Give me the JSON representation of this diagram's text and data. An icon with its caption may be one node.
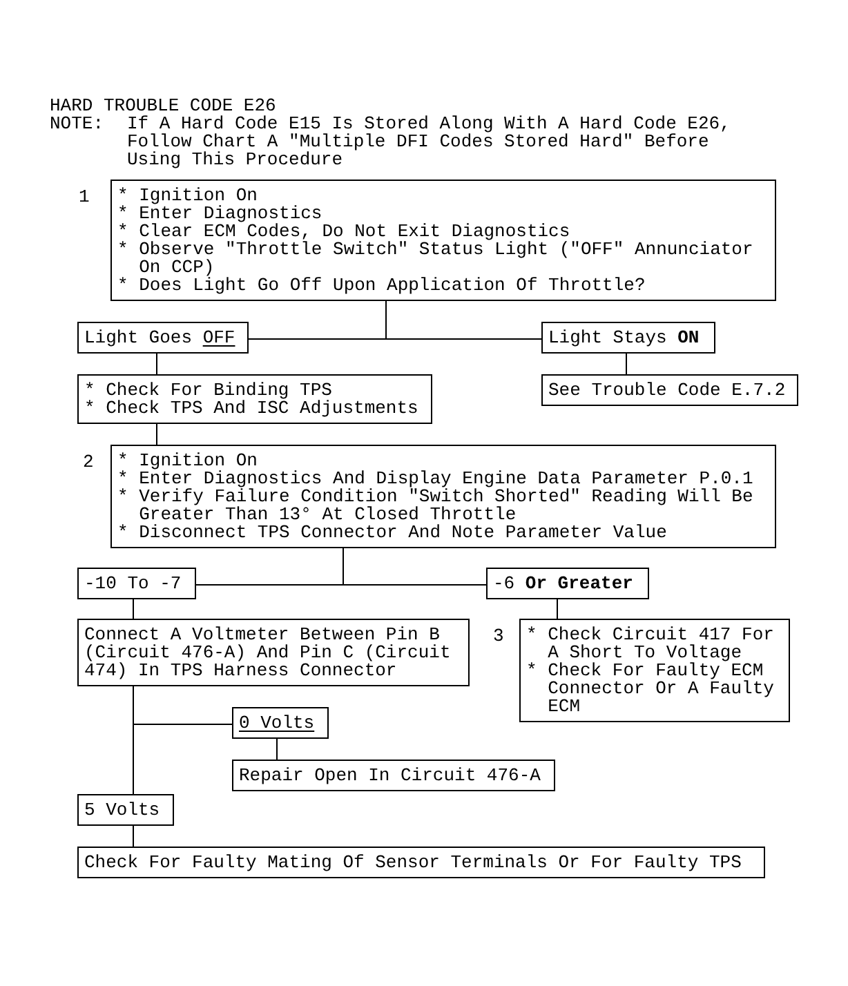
{
  "diagram": {
    "title": "HARD TROUBLE CODE E26",
    "nodes": [
      {
        "text": [
          "* Ignition On",
          "* Enter Diagnostics",
          "* Clear ECM Codes, Do Not Exit Diagnostics",
          "* Observe \"Throttle Switch\" Status Light (\"OFF\" Annunciator On CCP)",
          "* Does Light Go Off Upon Application Of Throttle?"
        ],
        "beside": [
          "1"
        ]
      },
      {
        "text": [
          "Light Goes OFF"
        ]
      },
      {
        "text": [
          "Light Stays **ON**"
        ]
      },
      {
        "text": [
          "* Check For Binding TPS",
          "* Check TPS And ISC Adjustments"
        ]
      },
      {
        "text": [
          "See Trouble Code E.7.2"
        ]
      },
      {
        "text": [
          "* Ignition On",
          "* Enter Diagnostics And Display Engine Data Parameter P.0.1",
          "* Verify Failure Condition \"Switch Shorted\" Reading Will Be Greater Than 13° At Closed Throttle",
          "* Disconnect TPS Connector And Note Parameter Value"
        ],
        "beside": [
          "2"
        ]
      },
      {
        "text": [
          "-10 To -7"
        ]
      },
      {
        "text": [
          "-6 **Or Greater**"
        ]
      },
      {
        "text": [
          "Connect A Voltmeter Between Pin B (Circuit 476-A) And Pin C (Circuit 474) In TPS Harness Connector"
        ]
      },
      {
        "text": [
          "* Check Circuit 417 For A Short To Voltage",
          "* Check For Faulty ECM Connector Or A Faulty ECM"
        ],
        "beside": [
          "3"
        ]
      },
      {
        "text": [
          "0 Volts"
        ]
      },
      {
        "text": [
          "Repair Open In Circuit 476-A"
        ]
      },
      {
        "text": [
          "5 Volts"
        ]
      },
      {
        "text": [
          "Check For Faulty Mating Of Sensor Terminals Or For Faulty TPS"
        ]
      }
    ],
    "edges": [
      {
        "from": 0,
        "to": 1,
        "arrow": "none"
      },
      {
        "from": 0,
        "to": 2,
        "arrow": "none"
      },
      {
        "from": 1,
        "to": 3,
        "arrow": "none"
      },
      {
        "from": 2,
        "to": 4,
        "arrow": "none"
      },
      {
        "from": 3,
        "to": 5,
        "arrow": "none"
      },
      {
        "from": 5,
        "to": 6,
        "arrow": "none"
      },
      {
        "from": 5,
        "to": 7,
        "arrow": "none"
      },
      {
        "from": 6,
        "to": 8,
        "arrow": "none"
      },
      {
        "from": 7,
        "to": 9,
        "arrow": "none"
      },
      {
        "from": 8,
        "to": 10,
        "arrow": "none"
      },
      {
        "from": 8,
        "to": 12,
        "arrow": "none"
      },
      {
        "from": 10,
        "to": 11,
        "arrow": "none"
      },
      {
        "from": 12,
        "to": 13,
        "arrow": "none"
      }
    ],
    "labels": [
      "NOTE:",
      "If A Hard Code E15 Is Stored Along With A Hard Code E26, Follow Chart A \"Multiple DFI Codes Stored Hard\" Before Using This Procedure"
    ]
  }
}
